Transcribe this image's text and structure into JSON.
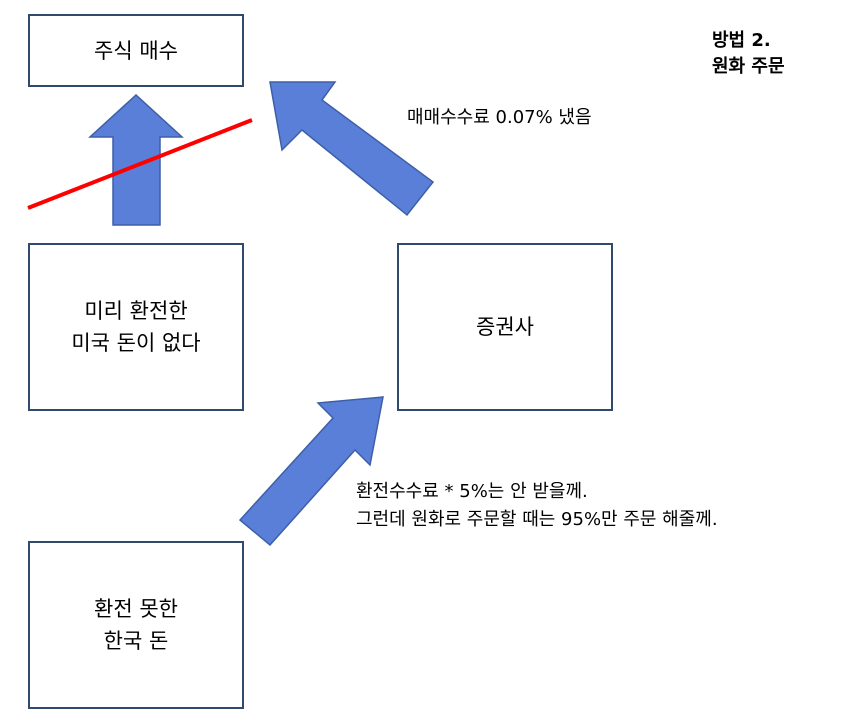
{
  "title": {
    "line1": "방법 2.",
    "line2": "원화 주문"
  },
  "boxes": {
    "stock_buy": "주식 매수",
    "no_usd": "미리 환전한\n미국 돈이 없다",
    "broker": "증권사",
    "krw": "환전 못한\n한국 돈"
  },
  "notes": {
    "commission": "매매수수료 0.07% 냈음",
    "fx_line1": "환전수수료 * 5%는 안 받을께.",
    "fx_line2": "그런데 원화로 주문할 때는 95%만 주문 해줄께."
  },
  "colors": {
    "arrow_fill": "#5a7fd8",
    "arrow_stroke": "#3e5fa8",
    "strike": "#ff0000",
    "box_border": "#2f4a6b"
  }
}
